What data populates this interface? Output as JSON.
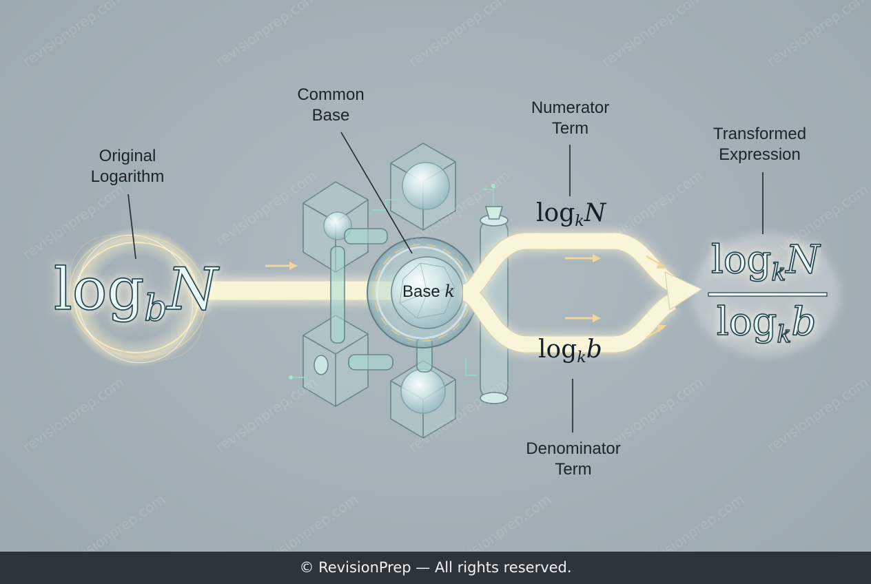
{
  "labels": {
    "original": [
      "Original",
      "Logarithm"
    ],
    "common_base": [
      "Common",
      "Base"
    ],
    "numerator": [
      "Numerator",
      "Term"
    ],
    "transformed": [
      "Transformed",
      "Expression"
    ],
    "denominator": [
      "Denominator",
      "Term"
    ]
  },
  "math": {
    "original": {
      "fn": "log",
      "base": "b",
      "arg": "N"
    },
    "center_label": "Base",
    "center_var": "k",
    "numerator_term": {
      "fn": "log",
      "base": "k",
      "arg": "N"
    },
    "denominator_term": {
      "fn": "log",
      "base": "k",
      "arg": "b"
    },
    "result_numerator": {
      "fn": "log",
      "base": "k",
      "arg": "N"
    },
    "result_denominator": {
      "fn": "log",
      "base": "k",
      "arg": "b"
    }
  },
  "watermark": "revisionprep.com",
  "footer": "© RevisionPrep — All rights reserved.",
  "colors": {
    "background": "#a3b0b7",
    "beam": "#f8f4d6",
    "glass": "#9fdcd8",
    "footer_bg": "#2c353c"
  }
}
